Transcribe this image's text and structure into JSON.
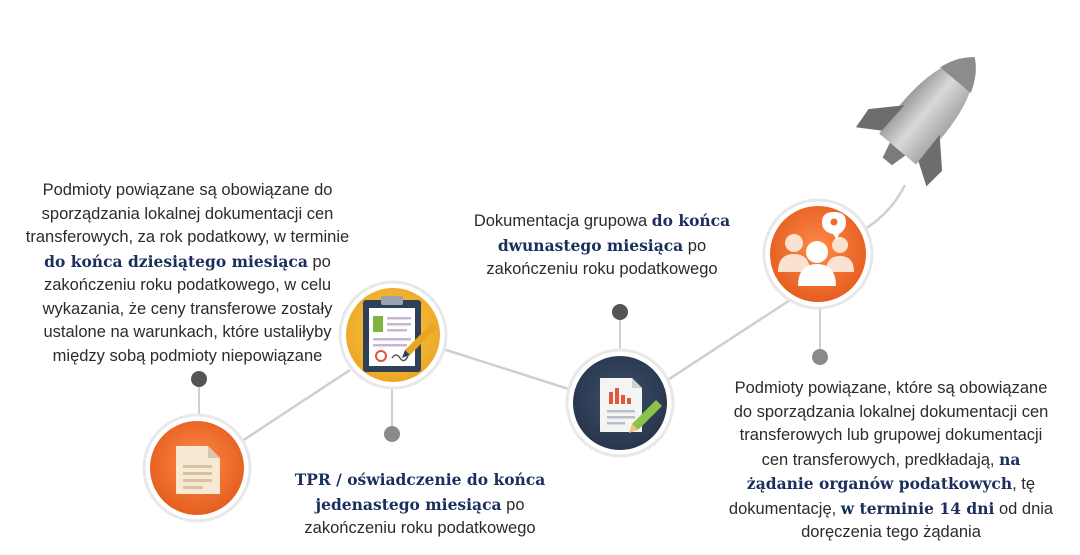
{
  "text1": {
    "line1": "Podmioty powiązane są obowiązane do",
    "line2": "sporządzania lokalnej dokumentacji cen",
    "line3": "transferowych, za rok podatkowy, w terminie",
    "line4_bold": "do końca dziesiątego miesiąca",
    "line4_rest": " po",
    "line5": "zakończeniu roku podatkowego, w celu",
    "line6": "wykazania, że ceny transferowe zostały",
    "line7": "ustalone na warunkach, które ustaliłyby",
    "line8": "między sobą podmioty niepowiązane"
  },
  "text2": {
    "line1_plain": "Dokumentacja grupowa ",
    "line1_bold": "do końca",
    "line2_bold": "dwunastego miesiąca",
    "line2_rest": " po",
    "line3": "zakończeniu roku podatkowego"
  },
  "text3": {
    "line1_bold": "TPR / oświadczenie do końca",
    "line2_bold": "jedenastego miesiąca",
    "line2_rest": " po",
    "line3": "zakończeniu roku podatkowego"
  },
  "text4": {
    "line1": "Podmioty powiązane, które są obowiązane",
    "line2": "do sporządzania lokalnej dokumentacji cen",
    "line3": "transferowych lub grupowej dokumentacji",
    "line4_plain": "cen transferowych, predkładają, ",
    "line4_bold": "na",
    "line5_bold": "żądanie organów podatkowych",
    "line5_rest": ", tę",
    "line6_plain": "dokumentację, ",
    "line6_bold": "w terminie 14 dni",
    "line6_rest": " od dnia",
    "line7": "doręczenia tego żądania"
  },
  "colors": {
    "orange": "#f26b2a",
    "yellow": "#f2b531",
    "navy": "#2e3e56",
    "highlight_text": "#1c2e5e",
    "connector": "#c8c8c8",
    "dot_dark": "#555555",
    "dot_light": "#8a8a8a",
    "rocket_body": "#b7b7b7",
    "rocket_fin": "#6d6d6d"
  },
  "icons": {
    "circle1": "document-icon",
    "circle2": "clipboard-report-icon",
    "circle3": "report-chart-icon",
    "circle4": "team-idea-icon",
    "top": "rocket-icon"
  }
}
